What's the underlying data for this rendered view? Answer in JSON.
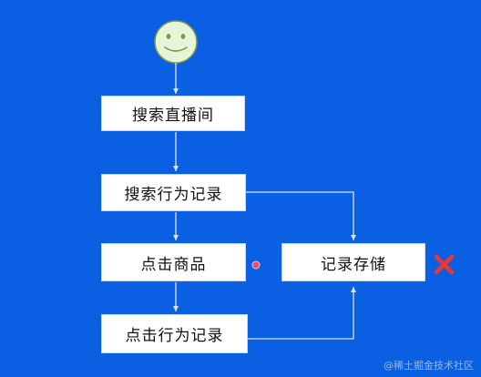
{
  "colors": {
    "background": "#0b5fe2",
    "box_fill": "#ffffff",
    "arrow": "#d9e4f7",
    "smiley_fill": "#e6f5d8",
    "smiley_stroke": "#7a9a4a",
    "red_x": "#e53935",
    "dot": "#e84b73"
  },
  "start_node": {
    "icon": "smiley-face-icon"
  },
  "nodes": {
    "search_live_room": "搜索直播间",
    "search_behavior_record": "搜索行为记录",
    "click_product": "点击商品",
    "record_storage": "记录存储",
    "click_behavior_record": "点击行为记录"
  },
  "marks": {
    "storage_status_icon": "red-x-icon",
    "cursor_dot_icon": "pink-dot-icon"
  },
  "watermark": {
    "text": "@稀土掘金技术社区"
  }
}
